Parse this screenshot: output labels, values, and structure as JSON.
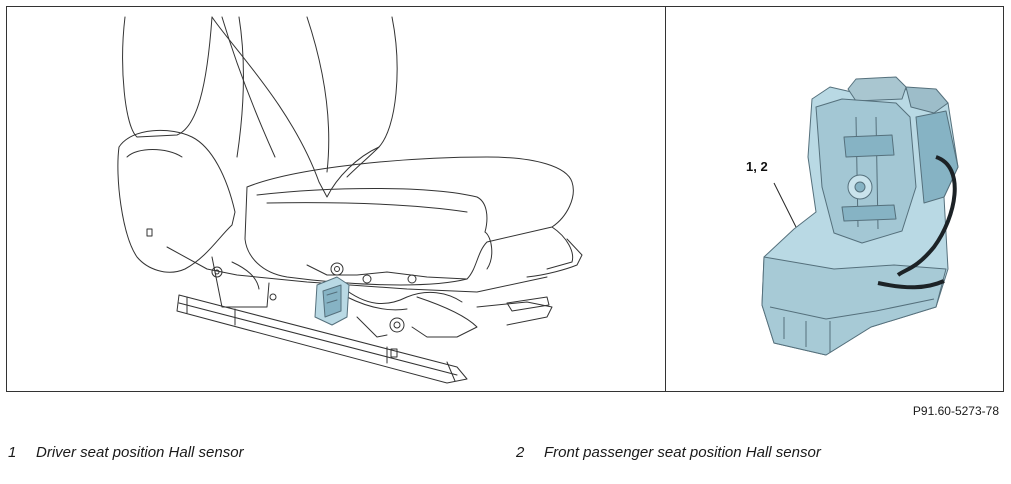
{
  "figure": {
    "callout": "1, 2",
    "id": "P91.60-5273-78"
  },
  "legend": [
    {
      "number": "1",
      "text": "Driver seat position Hall sensor"
    },
    {
      "number": "2",
      "text": "Front passenger seat position Hall sensor"
    }
  ],
  "colors": {
    "line": "#333333",
    "sensor_fill": "#b9d9e4",
    "sensor_shade": "#86b3c4",
    "sensor_dark": "#55707c"
  }
}
